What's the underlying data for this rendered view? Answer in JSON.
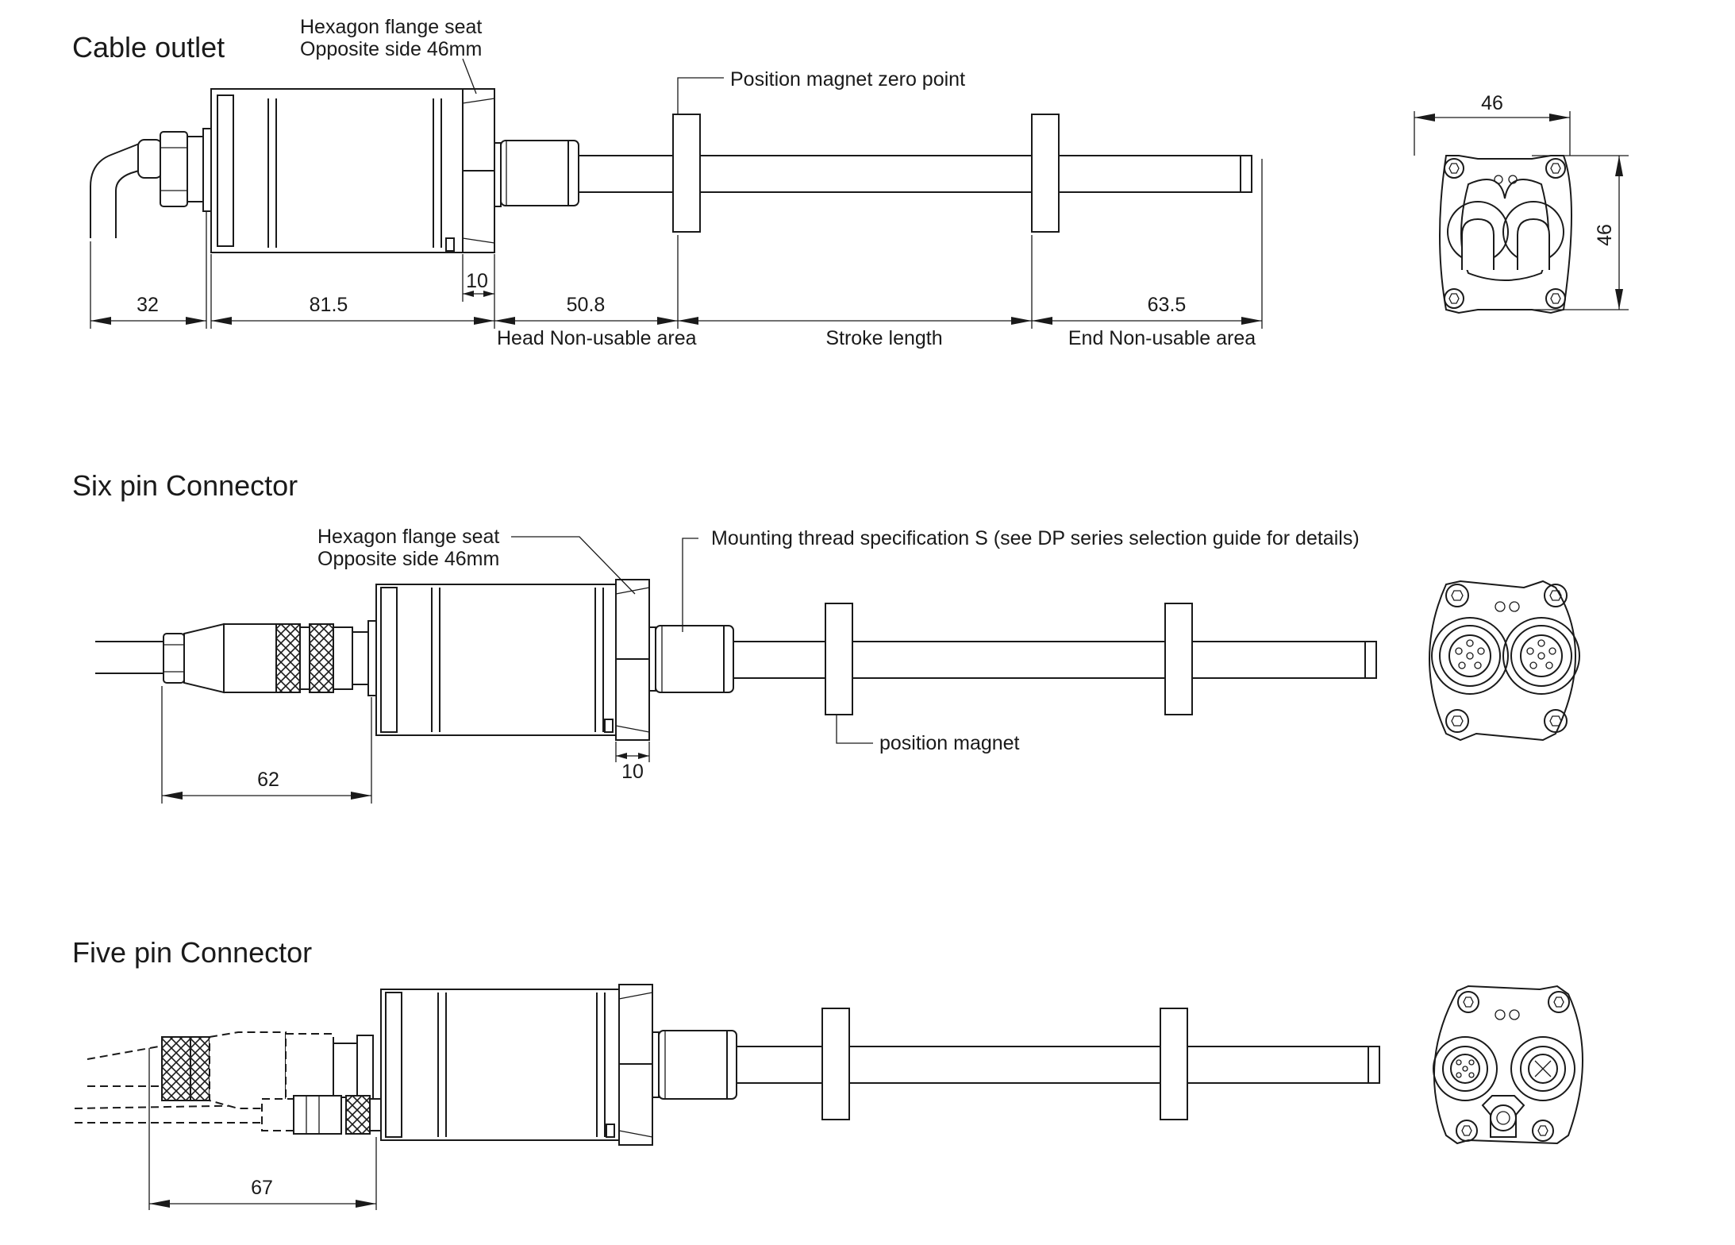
{
  "sections": {
    "cable_outlet": {
      "title": "Cable outlet",
      "hex_label_1": "Hexagon flange seat",
      "hex_label_2": "Opposite side 46mm",
      "zero_point_label": "Position magnet zero point",
      "dim_cable": "32",
      "dim_body": "81.5",
      "dim_flange": "10",
      "dim_head": "50.8",
      "dim_end": "63.5",
      "zone_head": "Head Non-usable area",
      "zone_stroke": "Stroke length",
      "zone_end": "End Non-usable area",
      "end_view_width": "46",
      "end_view_height": "46"
    },
    "six_pin": {
      "title": "Six pin Connector",
      "hex_label_1": "Hexagon flange seat",
      "hex_label_2": "Opposite side 46mm",
      "thread_label": "Mounting thread specification S (see DP series selection guide for details)",
      "magnet_label": "position magnet",
      "dim_connector": "62",
      "dim_flange": "10"
    },
    "five_pin": {
      "title": "Five pin Connector",
      "dim_connector": "67"
    }
  }
}
